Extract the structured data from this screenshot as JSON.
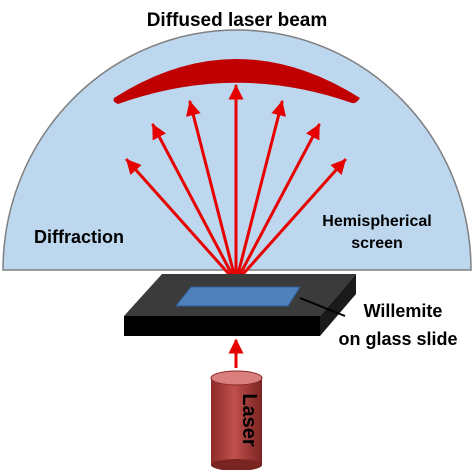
{
  "labels": {
    "title": "Diffused laser beam",
    "left": "Diffraction",
    "right_line1": "Hemispherical",
    "right_line2": "screen",
    "sample_line1": "Willemite",
    "sample_line2": "on glass slide",
    "source": "Laser"
  },
  "colors": {
    "screen_fill": "#bdd7ee",
    "screen_stroke": "#7f7f7f",
    "laser_red": "#e60000",
    "band_red": "#c00000",
    "slide_top": "#404040",
    "slide_front": "#000000",
    "sample_blue": "#4f81bd",
    "cylinder": "#c0504d"
  },
  "icons": {
    "arrow": "red-arrow",
    "cylinder": "laser-cylinder"
  }
}
